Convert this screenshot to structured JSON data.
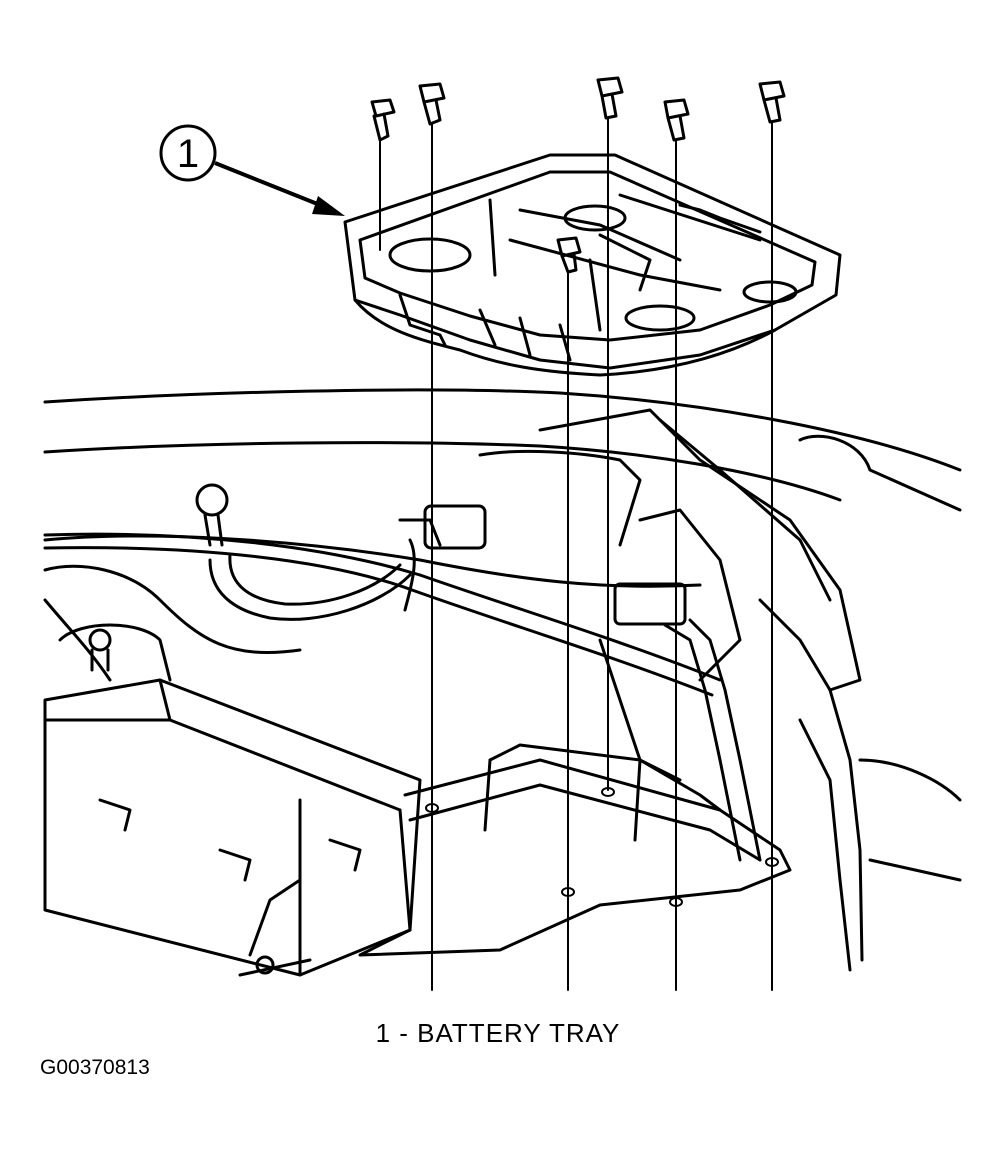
{
  "callout": {
    "number": "1"
  },
  "caption": "1 - BATTERY TRAY",
  "figure_id": "G00370813",
  "colors": {
    "ink": "#000000",
    "paper": "#ffffff"
  }
}
